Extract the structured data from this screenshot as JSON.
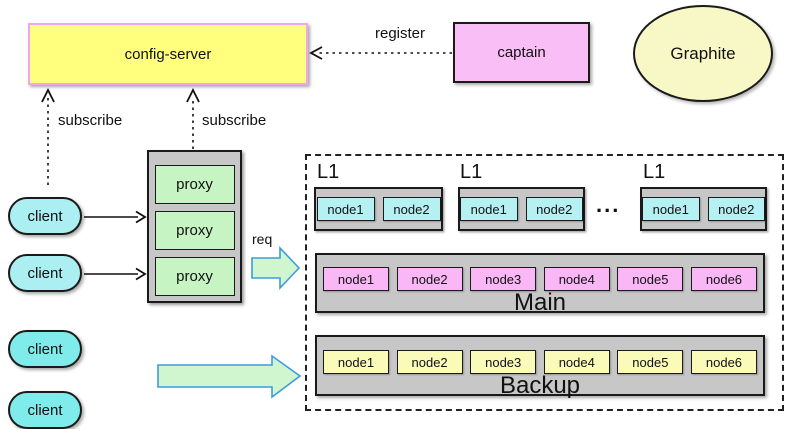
{
  "diagram": {
    "config_server": {
      "label": "config-server"
    },
    "captain": {
      "label": "captain"
    },
    "graphite": {
      "label": "Graphite"
    },
    "clients": [
      {
        "label": "client"
      },
      {
        "label": "client"
      },
      {
        "label": "client"
      },
      {
        "label": "client"
      }
    ],
    "proxy_group": {
      "proxies": [
        {
          "label": "proxy"
        },
        {
          "label": "proxy"
        },
        {
          "label": "proxy"
        }
      ]
    },
    "edges": {
      "register_label": "register",
      "subscribe_client_label": "subscribe",
      "subscribe_proxy_label": "subscribe",
      "req_label": "req"
    },
    "cluster": {
      "l1_groups": [
        {
          "title": "L1",
          "nodes": [
            "node1",
            "node2"
          ]
        },
        {
          "title": "L1",
          "nodes": [
            "node1",
            "node2"
          ]
        },
        {
          "title": "L1",
          "nodes": [
            "node1",
            "node2"
          ]
        }
      ],
      "ellipsis": "...",
      "main": {
        "title": "Main",
        "nodes": [
          "node1",
          "node2",
          "node3",
          "node4",
          "node5",
          "node6"
        ]
      },
      "backup": {
        "title": "Backup",
        "nodes": [
          "node1",
          "node2",
          "node3",
          "node4",
          "node5",
          "node6"
        ]
      }
    },
    "colors": {
      "config_server_fill": "#FFFF7D",
      "config_server_border": "#F0A6EF",
      "captain_fill": "#F9BEF5",
      "graphite_fill": "#F8F8C6",
      "client_top_fill": "#ABEFF3",
      "client_bottom_fill": "#7FEBEB",
      "proxy_fill": "#C6F5C3",
      "container_gray": "#C7C7C7",
      "l1_node_fill": "#B5F1F3",
      "main_node_fill": "#F9B7F5",
      "backup_node_fill": "#FBFBB9",
      "block_arrow_fill": "#CFF6CE",
      "block_arrow_border": "#3E9BE0"
    }
  }
}
